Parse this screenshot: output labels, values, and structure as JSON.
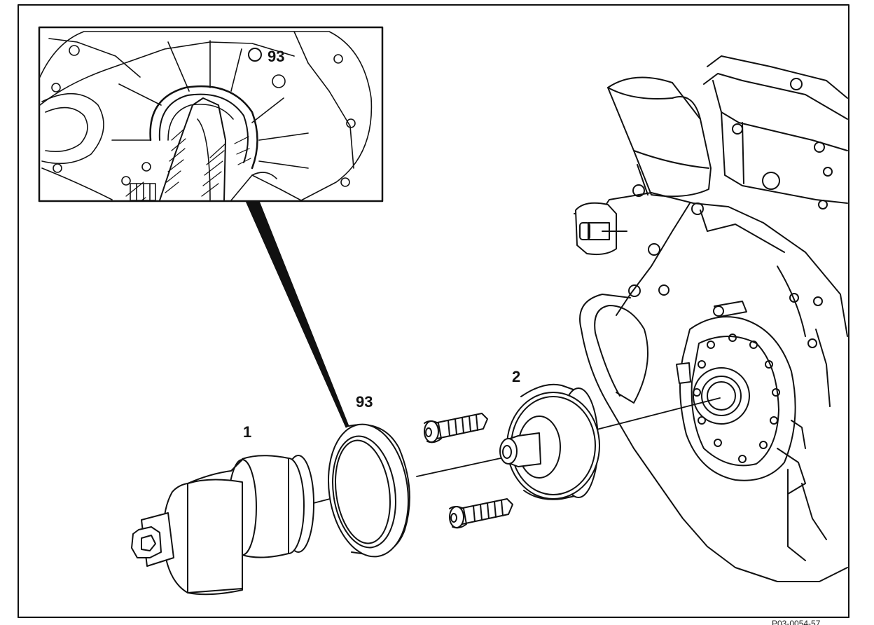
{
  "callouts": {
    "inset_label": "93",
    "part_1": "1",
    "part_93": "93",
    "part_2": "2"
  },
  "figure_reference": "P03-0054-57",
  "colors": {
    "line": "#111111",
    "fill": "#ffffff"
  }
}
